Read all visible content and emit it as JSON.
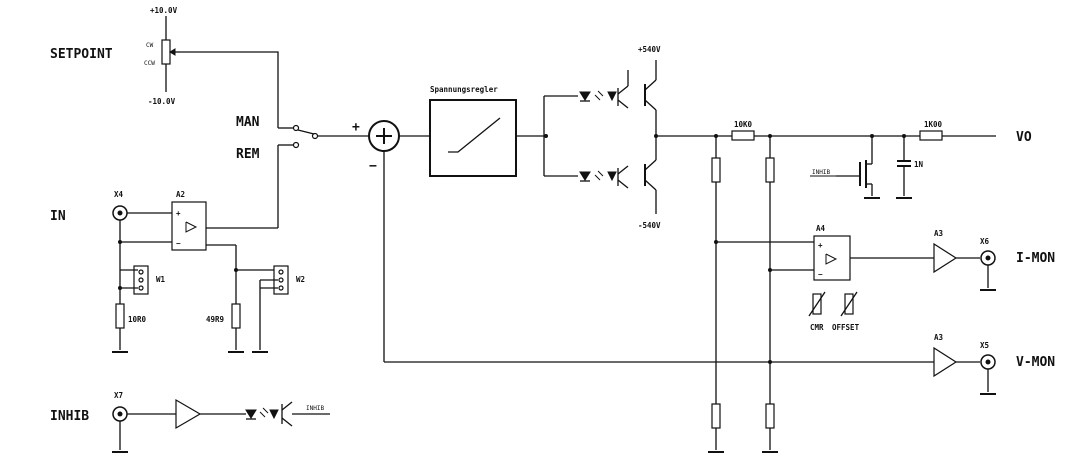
{
  "signals": {
    "setpoint": "SETPOINT",
    "man": "MAN",
    "rem": "REM",
    "in": "IN",
    "inhib": "INHIB",
    "vo": "VO",
    "imon": "I-MON",
    "vmon": "V-MON"
  },
  "supply": {
    "pos10": "+10.0V",
    "neg10": "-10.0V",
    "cw": "CW",
    "ccw": "CCW",
    "pos540": "+540V",
    "neg540": "-540V"
  },
  "signs": {
    "plus": "+",
    "minus": "−"
  },
  "blocks": {
    "regulator": "Spannungsregler"
  },
  "components": {
    "x4": "X4",
    "a2": "A2",
    "w1": "W1",
    "w2": "W2",
    "r10r0": "10R0",
    "r49r9": "49R9",
    "x7": "X7",
    "inhib_net": "INHIB",
    "inhib_net2": "INHIB",
    "r10k0": "10K0",
    "r1k00": "1K00",
    "c1n": "1N",
    "a4": "A4",
    "a3_imon": "A3",
    "a3_vmon": "A3",
    "x6": "X6",
    "x5": "X5",
    "cmr": "CMR",
    "offset": "OFFSET"
  }
}
